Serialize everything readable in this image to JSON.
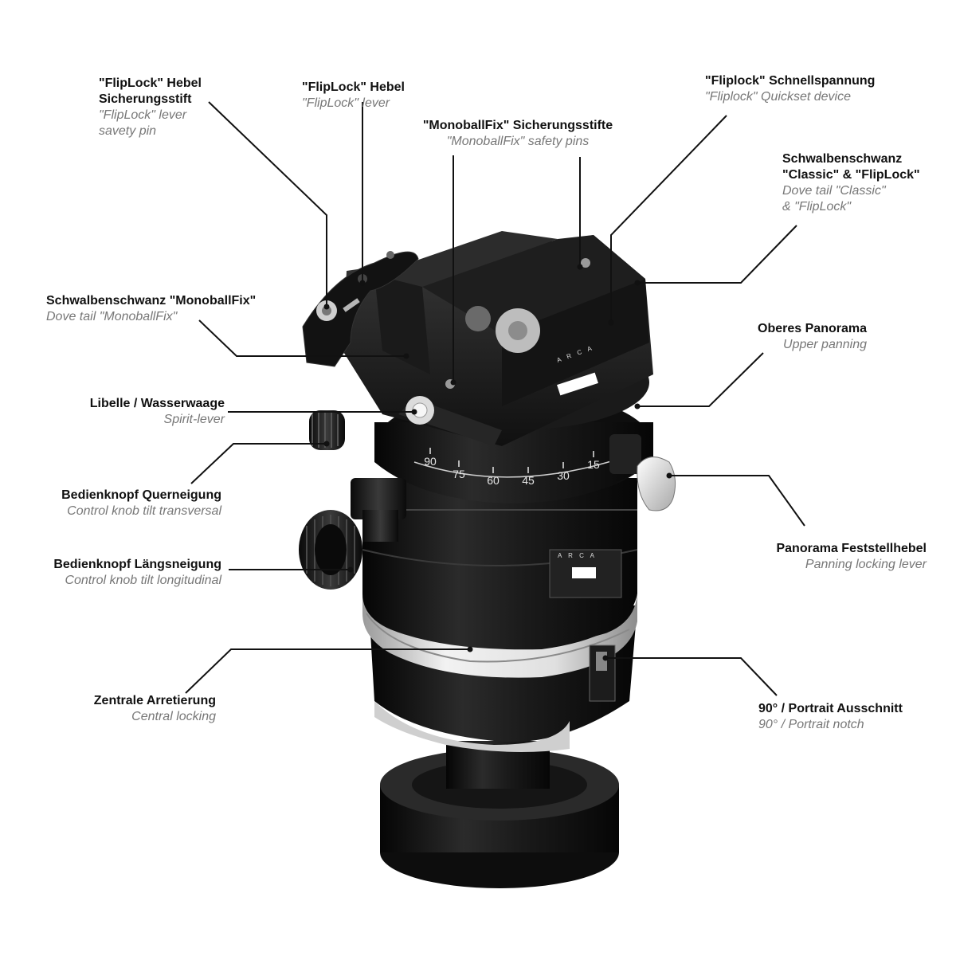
{
  "labels": {
    "fliplock_safety_pin": {
      "de": "\"FlipLock\" Hebel",
      "de2": "Sicherungsstift",
      "en": "\"FlipLock\" lever",
      "en2": "savety pin"
    },
    "fliplock_lever": {
      "de": "\"FlipLock\" Hebel",
      "en": "\"FlipLock\" lever"
    },
    "monoballfix_pins": {
      "de": "\"MonoballFix\" Sicherungsstifte",
      "en": "\"MonoballFix\" safety pins"
    },
    "fliplock_quickset": {
      "de": "\"Fliplock\" Schnellspannung",
      "en": "\"Fliplock\" Quickset device"
    },
    "dovetail_classic": {
      "de": "Schwalbenschwanz",
      "de2": "\"Classic\" & \"FlipLock\"",
      "en": "Dove tail \"Classic\"",
      "en2": "& \"FlipLock\""
    },
    "dovetail_monoballfix": {
      "de": "Schwalbenschwanz \"MonoballFix\"",
      "en": "Dove tail \"MonoballFix\""
    },
    "upper_panning": {
      "de": "Oberes Panorama",
      "en": "Upper panning"
    },
    "spirit_level": {
      "de": "Libelle / Wasserwaage",
      "en": "Spirit-lever"
    },
    "tilt_transversal": {
      "de": "Bedienknopf Querneigung",
      "en": "Control knob tilt transversal"
    },
    "panning_lock": {
      "de": "Panorama Feststellhebel",
      "en": "Panning locking lever"
    },
    "tilt_longitudinal": {
      "de": "Bedienknopf Längsneigung",
      "en": "Control knob tilt longitudinal"
    },
    "central_locking": {
      "de": "Zentrale Arretierung",
      "en": "Central locking"
    },
    "portrait_notch": {
      "de": "90° / Portrait Ausschnitt",
      "en": "90° / Portrait notch"
    }
  },
  "scale_numbers": [
    "90",
    "75",
    "60",
    "45",
    "30",
    "15"
  ],
  "brand_text": "A R C A",
  "colors": {
    "german_text": "#111111",
    "english_text": "#777777",
    "leader_line": "#111111",
    "device_body": "#1a1a1a",
    "metal_ring": "#d8d8d8"
  }
}
